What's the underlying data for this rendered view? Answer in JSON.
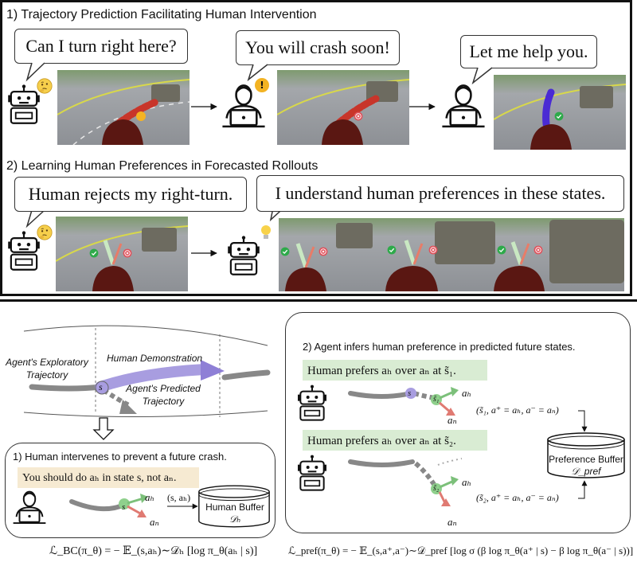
{
  "top": {
    "section1_title": "1) Trajectory Prediction Facilitating Human Intervention",
    "bubble_agent_q": "Can I turn right here?",
    "bubble_human_warn": "You will crash soon!",
    "bubble_human_help": "Let me help you.",
    "section2_title": "2) Learning Human Preferences in Forecasted Rollouts",
    "bubble_agent_reject": "Human rejects my right-turn.",
    "bubble_agent_understand": "I understand human preferences in these states."
  },
  "left": {
    "exploratory_label": "Agent's Exploratory Trajectory",
    "demo_label": "Human Demonstration",
    "predicted_label": "Agent's Predicted Trajectory",
    "state_s": "s",
    "panel_title": "1) Human intervenes to prevent a future crash.",
    "instruction": "You should do aₕ in state s, not aₙ.",
    "a_h": "aₕ",
    "a_n": "aₙ",
    "pair": "(s, aₕ)",
    "buffer_name": "Human Buffer",
    "buffer_symbol": "𝒟ₕ",
    "loss_bc": "ℒ_BC(π_θ) = − 𝔼_(s,aₕ)∼𝒟ₕ [log π_θ(aₕ | s)]"
  },
  "right": {
    "panel_title": "2) Agent infers human preference in predicted future states.",
    "pref1": "Human prefers aₕ over aₙ at s̃₁.",
    "pref2": "Human prefers aₕ over aₙ at s̃₂.",
    "state_s": "s",
    "s1": "s̃₁",
    "s2": "s̃₂",
    "a_h": "aₕ",
    "a_n": "aₙ",
    "tuple1": "(s̃₁, a⁺ = aₕ, a⁻ = aₙ)",
    "tuple2": "(s̃₂, a⁺ = aₕ, a⁻ = aₙ)",
    "buffer_name": "Preference Buffer",
    "buffer_symbol": "𝒟_pref",
    "loss_pref": "ℒ_pref(π_θ) = − 𝔼_(s,a⁺,a⁻)∼𝒟_pref [log σ (β log π_θ(a⁺ | s) − β log π_θ(a⁻ | s))]"
  },
  "colors": {
    "green_box": "#d9ecd3",
    "tan_box": "#f6ead2",
    "purple": "#8e7fd6",
    "gray_traj": "#888888",
    "green_arrow": "#7cc07a",
    "red_arrow": "#e07a72"
  },
  "icons": [
    "robot-icon",
    "human-laptop-icon",
    "thinking-emoji-icon",
    "alert-icon",
    "lightbulb-icon",
    "check-icon",
    "cross-icon",
    "database-icon"
  ]
}
